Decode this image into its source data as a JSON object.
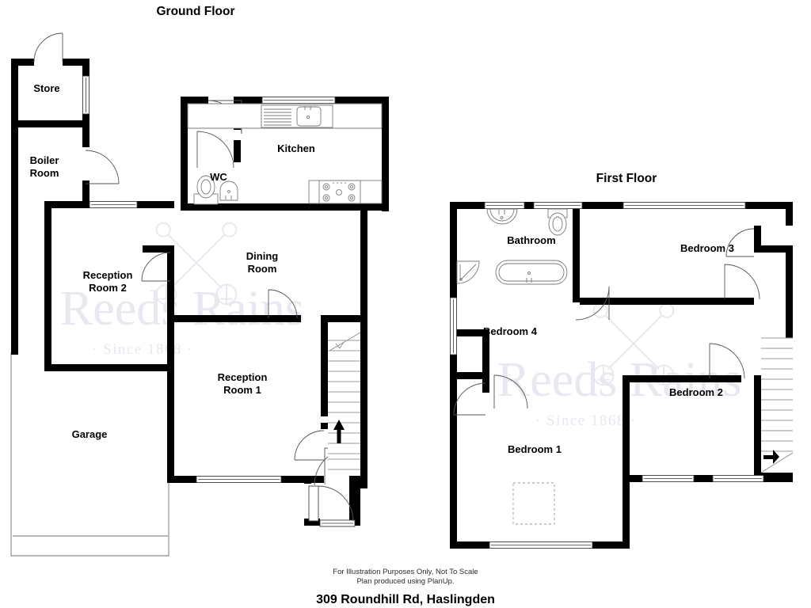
{
  "document": {
    "kind": "estate-agent-floorplan",
    "property_title": "309 Roundhill Rd, Haslingden",
    "disclaimer_line_1": "For Illustration Purposes Only, Not To Scale",
    "disclaimer_line_2": "Plan produced using PlanUp.",
    "background_color": "#ffffff",
    "wall_color": "#000000",
    "text_color": "#000000",
    "watermark_color": "#e9e7ef"
  },
  "watermark": {
    "brand": "Reeds Rains",
    "tagline": "· Since 1868 ·",
    "logo": "crossed-keys"
  },
  "floors": [
    {
      "id": "ground",
      "title": "Ground Floor",
      "rooms": [
        {
          "id": "store",
          "label": "Store",
          "label_lines": [
            "Store"
          ]
        },
        {
          "id": "boiler-room",
          "label": "Boiler Room",
          "label_lines": [
            "Boiler",
            "Room"
          ]
        },
        {
          "id": "wc",
          "label": "WC",
          "label_lines": [
            "WC"
          ]
        },
        {
          "id": "kitchen",
          "label": "Kitchen",
          "label_lines": [
            "Kitchen"
          ]
        },
        {
          "id": "dining-room",
          "label": "Dining Room",
          "label_lines": [
            "Dining",
            "Room"
          ]
        },
        {
          "id": "reception-2",
          "label": "Reception Room 2",
          "label_lines": [
            "Reception",
            "Room 2"
          ]
        },
        {
          "id": "reception-1",
          "label": "Reception Room 1",
          "label_lines": [
            "Reception",
            "Room 1"
          ]
        },
        {
          "id": "garage",
          "label": "Garage",
          "label_lines": [
            "Garage"
          ]
        }
      ],
      "fixtures": [
        "kitchen-sink",
        "kitchen-drainer",
        "kitchen-hob",
        "wc-toilet",
        "wc-basin",
        "staircase-up"
      ],
      "stair_direction": "up"
    },
    {
      "id": "first",
      "title": "First Floor",
      "rooms": [
        {
          "id": "bathroom",
          "label": "Bathroom",
          "label_lines": [
            "Bathroom"
          ]
        },
        {
          "id": "bedroom-3",
          "label": "Bedroom 3",
          "label_lines": [
            "Bedroom 3"
          ]
        },
        {
          "id": "bedroom-4",
          "label": "Bedroom 4",
          "label_lines": [
            "Bedroom 4"
          ]
        },
        {
          "id": "bedroom-2",
          "label": "Bedroom 2",
          "label_lines": [
            "Bedroom 2"
          ]
        },
        {
          "id": "bedroom-1",
          "label": "Bedroom 1",
          "label_lines": [
            "Bedroom 1"
          ]
        }
      ],
      "fixtures": [
        "bathroom-basin",
        "bathroom-toilet",
        "bathroom-bath",
        "bathroom-shower",
        "staircase-down"
      ],
      "stair_direction": "down"
    }
  ]
}
